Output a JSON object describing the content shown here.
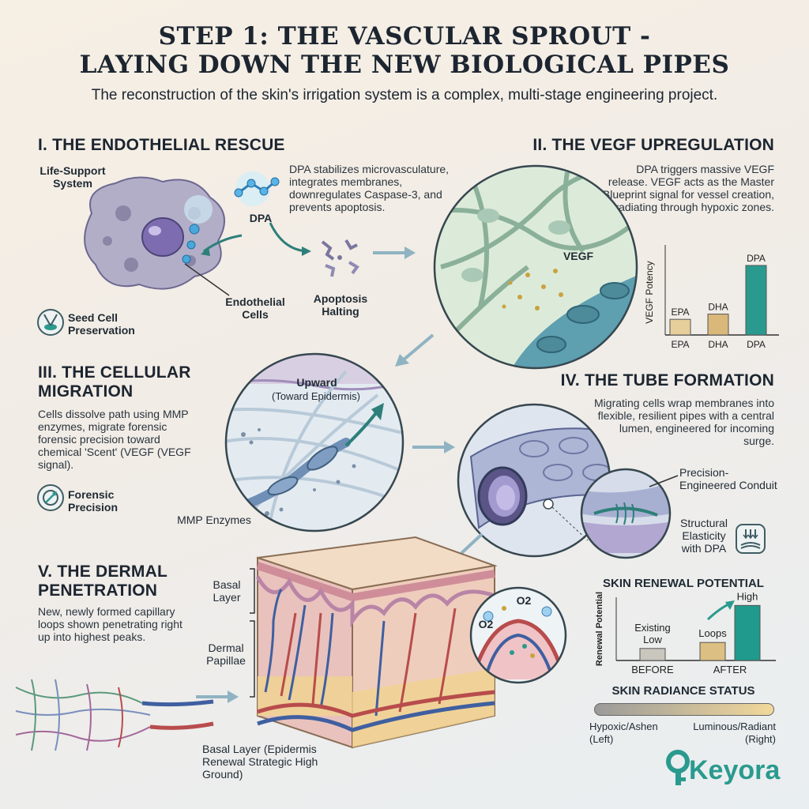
{
  "header": {
    "title_line1": "STEP 1: THE VASCULAR SPROUT -",
    "title_line2": "LAYING DOWN THE NEW BIOLOGICAL PIPES",
    "subtitle": "The reconstruction of the skin's irrigation system is a complex, multi-stage engineering project."
  },
  "section1": {
    "heading": "I. THE ENDOTHELIAL RESCUE",
    "life_support_label": "Life-Support System",
    "dpa_label": "DPA",
    "description": "DPA stabilizes microvasculature, integrates membranes, downregulates Caspase-3, and prevents apoptosis.",
    "endothelial_label": "Endothelial Cells",
    "apoptosis_label": "Apoptosis Halting",
    "seed_label": "Seed Cell Preservation"
  },
  "section2": {
    "heading": "II. THE VEGF UPREGULATION",
    "description": "DPA triggers massive VEGF release. VEGF acts as the Master Blueprint signal for vessel creation, radiating through hypoxic zones.",
    "vegf_label": "VEGF"
  },
  "section3": {
    "heading": "III. THE CELLULAR MIGRATION",
    "description": "Cells dissolve path using MMP enzymes, migrate forensic forensic precision toward chemical 'Scent' (VEGF (VEGF signal).",
    "upward_label": "Upward",
    "upward_sub": "(Toward Epidermis)",
    "forensic_label": "Forensic Precision",
    "mmp_label": "MMP Enzymes"
  },
  "section4": {
    "heading": "IV. THE TUBE FORMATION",
    "description": "Migrating cells wrap membranes into flexible, resilient pipes with a central lumen, engineered for incoming surge.",
    "conduit_label": "Precision-Engineered Conduit",
    "elasticity_label": "Structural Elasticity with DPA"
  },
  "section5": {
    "heading": "V. THE DERMAL PENETRATION",
    "description": "New, newly formed capillary loops shown penetrating right up into highest peaks.",
    "basal_top_label": "Basal Layer",
    "papillae_label": "Dermal Papillae",
    "basal_bottom_label": "Basal Layer (Epidermis Renewal Strategic High Ground)",
    "o2_label": "O2"
  },
  "chart_data": [
    {
      "type": "bar",
      "title": "",
      "ylabel": "VEGF Potency",
      "categories": [
        "EPA",
        "DHA",
        "DPA"
      ],
      "values": [
        18,
        24,
        80
      ],
      "bar_labels": [
        "EPA",
        "DHA",
        "DPA"
      ],
      "colors": [
        "#e6cf9a",
        "#d9b87a",
        "#2a9a8e"
      ],
      "ylim": [
        0,
        100
      ]
    },
    {
      "type": "bar",
      "title": "SKIN RENEWAL POTENTIAL",
      "ylabel": "Renewal Potential",
      "categories": [
        "BEFORE",
        "AFTER"
      ],
      "series": [
        {
          "values": [
            12,
            18,
            55
          ]
        }
      ],
      "bar_labels": [
        "Existing Low",
        "Loops",
        "High"
      ],
      "colors": [
        "#c9c6be",
        "#dcbf82",
        "#1f9a8c"
      ],
      "ylim": [
        0,
        60
      ]
    }
  ],
  "radiance": {
    "title": "SKIN RADIANCE STATUS",
    "left_label": "Hypoxic/Ashen (Left)",
    "right_label": "Luminous/Radiant (Right)",
    "gradient_start": "#9a9a9a",
    "gradient_end": "#f2d89a"
  },
  "brand": {
    "logo_text": "Keyora",
    "color": "#2a9a8e"
  },
  "colors": {
    "teal": "#2a9a8e",
    "arrow": "#8fb3c2",
    "cell_purple": "#9b94b8",
    "vessel_blue": "#4b6fa8",
    "vessel_red": "#b84c4c"
  }
}
